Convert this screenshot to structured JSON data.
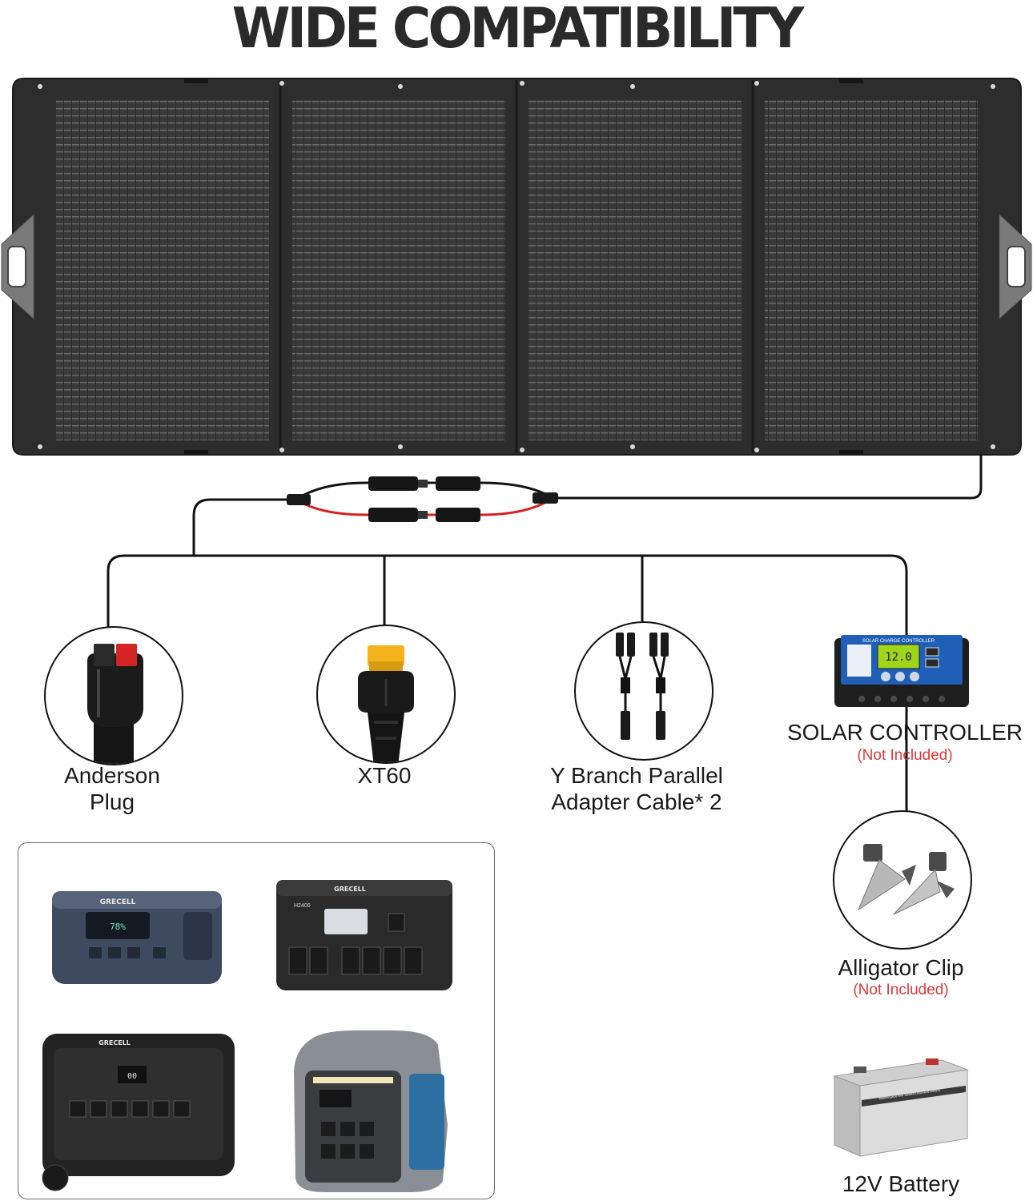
{
  "headline": "WIDE COMPATIBILITY",
  "connectors": [
    {
      "name": "anderson",
      "label_lines": [
        "Anderson",
        "Plug"
      ]
    },
    {
      "name": "xt60",
      "label_lines": [
        "XT60"
      ]
    },
    {
      "name": "y-branch",
      "label_lines": [
        "Y Branch Parallel",
        "Adapter Cable* 2"
      ]
    },
    {
      "name": "solar-controller",
      "label_lines": [
        "SOLAR CONTROLLER"
      ],
      "note": "(Not Included)"
    }
  ],
  "alligator": {
    "label": "Alligator Clip",
    "note": "(Not Included)"
  },
  "battery": {
    "label": "12V Battery",
    "case_text": "Maintenance-free Sealed Lead-acid Battery"
  },
  "controller_screen": {
    "title": "SOLAR CHARGE CONTROLLER",
    "reading": "12.0"
  },
  "power_stations": {
    "brand": "GRECELL",
    "model_label": "H2400",
    "display_readings": [
      "78%",
      "00"
    ]
  },
  "colors": {
    "panel": "#2b2b2b",
    "cable": "#111111",
    "cable_red": "#d62020",
    "note_red": "#e23a3a",
    "xt60_yellow": "#f2b21a",
    "controller_blue": "#1f5fb8"
  }
}
